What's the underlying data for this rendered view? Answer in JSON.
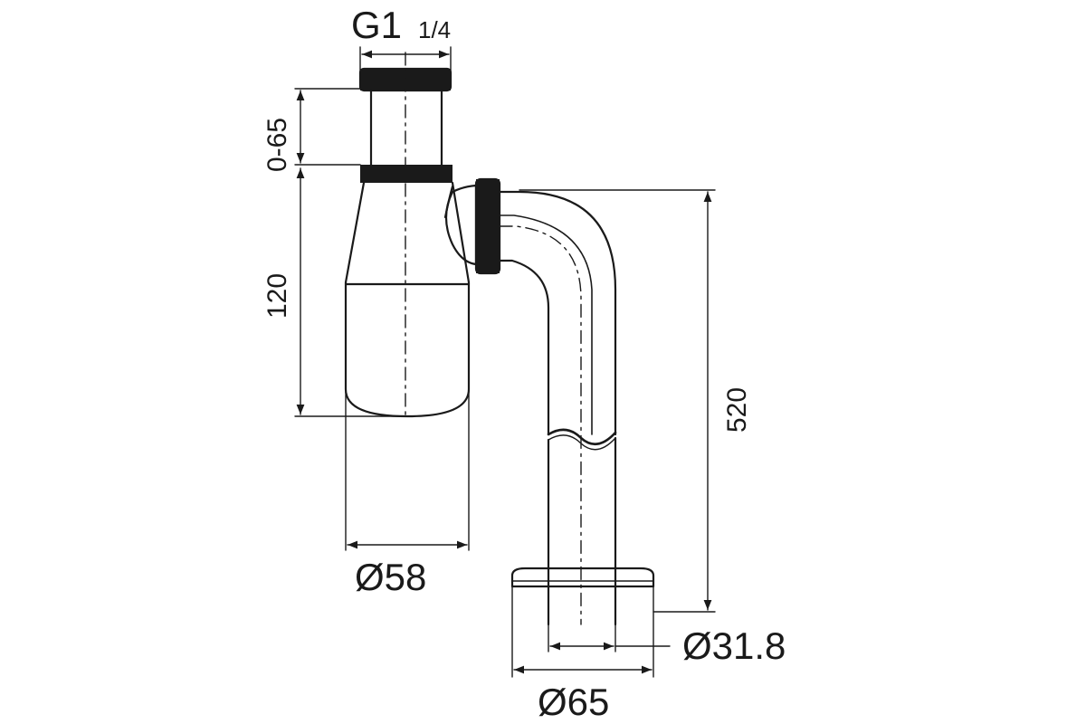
{
  "diagram": {
    "thread_label_main": "G1",
    "thread_label_fraction": "1/4",
    "dim_height_adjust": "0-65",
    "dim_body_height": "120",
    "dim_total_height": "520",
    "dim_bottle_diameter": "Ø58",
    "dim_pipe_diameter": "Ø31.8",
    "dim_flange_diameter": "Ø65"
  },
  "colors": {
    "line": "#1a1a1a",
    "background": "#ffffff"
  }
}
